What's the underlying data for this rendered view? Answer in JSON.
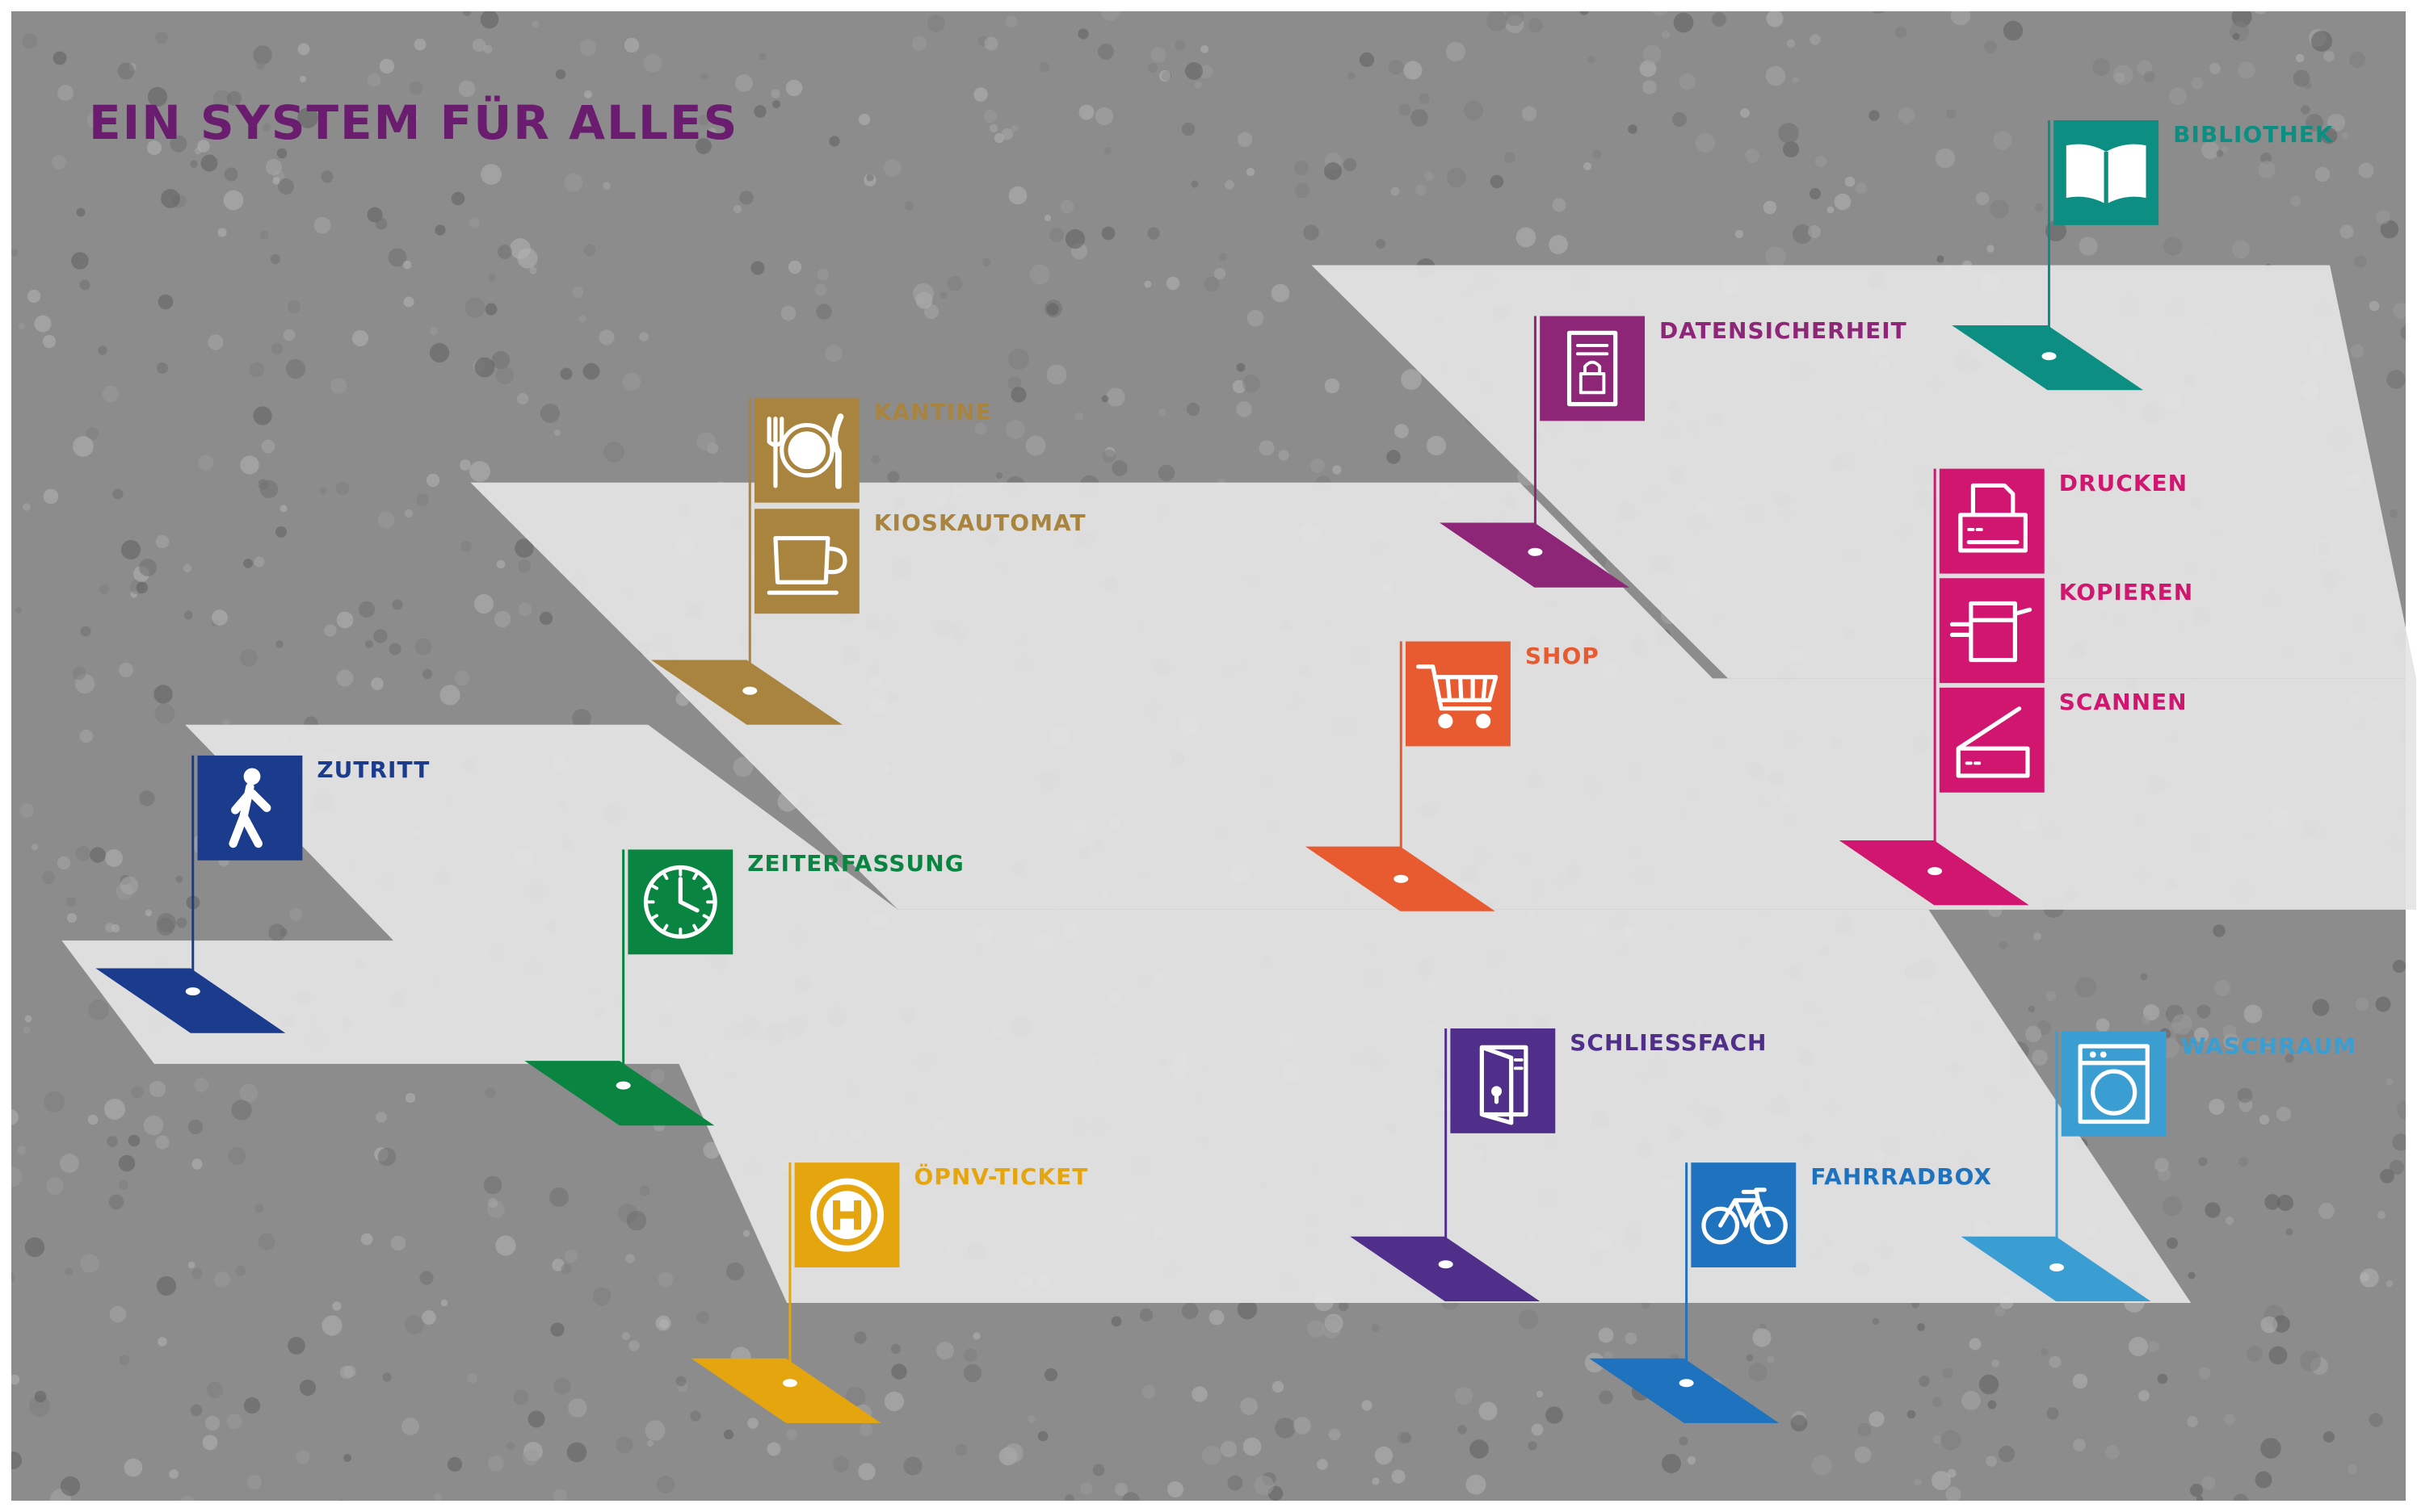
{
  "title": "EIN SYSTEM FÜR ALLES",
  "colors": {
    "title": "#6a1d6e",
    "background": "#8c8c8c",
    "platform": "#e4e4e4"
  },
  "stations": [
    {
      "id": "zutritt",
      "color": "#1b3b8c",
      "labels": [
        {
          "key": "zutritt",
          "text": "ZUTRITT",
          "icon": "walking-person-icon"
        }
      ]
    },
    {
      "id": "zeiterfassung",
      "color": "#0a8541",
      "labels": [
        {
          "key": "zeiterfassung",
          "text": "ZEITERFASSUNG",
          "icon": "clock-icon"
        }
      ]
    },
    {
      "id": "kantine",
      "color": "#a9843e",
      "labels": [
        {
          "key": "kantine",
          "text": "KANTINE",
          "icon": "plate-cutlery-icon"
        },
        {
          "key": "kioskautomat",
          "text": "KIOSKAUTOMAT",
          "icon": "coffee-cup-icon"
        }
      ]
    },
    {
      "id": "oepnv",
      "color": "#e5a50f",
      "labels": [
        {
          "key": "oepnv",
          "text": "ÖPNV-TICKET",
          "icon": "bus-stop-icon"
        }
      ]
    },
    {
      "id": "shop",
      "color": "#e85a30",
      "labels": [
        {
          "key": "shop",
          "text": "SHOP",
          "icon": "shopping-cart-icon"
        }
      ]
    },
    {
      "id": "datensicherheit",
      "color": "#8d2677",
      "labels": [
        {
          "key": "datensicherheit",
          "text": "DATENSICHERHEIT",
          "icon": "document-lock-icon"
        }
      ]
    },
    {
      "id": "schliessfach",
      "color": "#4f2f8a",
      "labels": [
        {
          "key": "schliessfach",
          "text": "SCHLIESSFACH",
          "icon": "locker-icon"
        }
      ]
    },
    {
      "id": "fahrradbox",
      "color": "#1e72be",
      "labels": [
        {
          "key": "fahrradbox",
          "text": "FAHRRADBOX",
          "icon": "bicycle-icon"
        }
      ]
    },
    {
      "id": "bibliothek",
      "color": "#0c8f82",
      "labels": [
        {
          "key": "bibliothek",
          "text": "BIBLIOTHEK",
          "icon": "open-book-icon"
        }
      ]
    },
    {
      "id": "drucken",
      "color": "#d0166e",
      "labels": [
        {
          "key": "drucken",
          "text": "DRUCKEN",
          "icon": "printer-icon"
        },
        {
          "key": "kopieren",
          "text": "KOPIEREN",
          "icon": "copier-icon"
        },
        {
          "key": "scannen",
          "text": "SCANNEN",
          "icon": "scanner-icon"
        }
      ]
    },
    {
      "id": "waschraum",
      "color": "#3b9ed3",
      "labels": [
        {
          "key": "waschraum",
          "text": "WASCHRAUM",
          "icon": "washing-machine-icon"
        }
      ]
    }
  ]
}
